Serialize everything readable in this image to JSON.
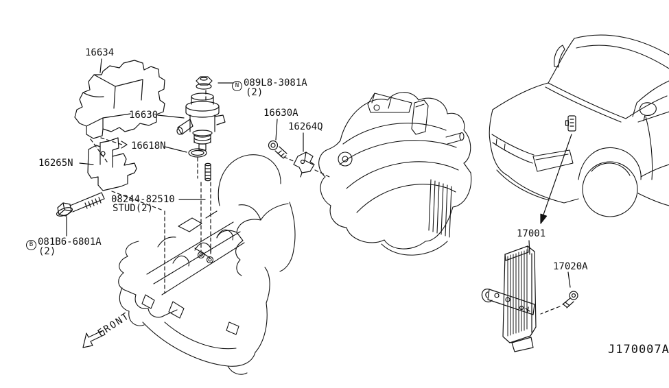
{
  "canvas": {
    "paper_color": "#ffffff",
    "ink_color": "#111111"
  },
  "labels": {
    "cover": "16634",
    "pump": "16630",
    "oring": "16618N",
    "bracket": "16265N",
    "stud": "08244-82510",
    "stud_note": "STUD(2)",
    "bolt_prefix": "B",
    "bolt": "081B6-6801A",
    "bolt_qty": "(2)",
    "nut_prefix": "N",
    "nut": "089L8-3081A",
    "nut_qty": "(2)",
    "pump_bolt": "16630A",
    "clip": "16264Q",
    "module": "17001",
    "module_screw": "17020A",
    "front": "FRONT",
    "diagram_code": "J170007A"
  }
}
